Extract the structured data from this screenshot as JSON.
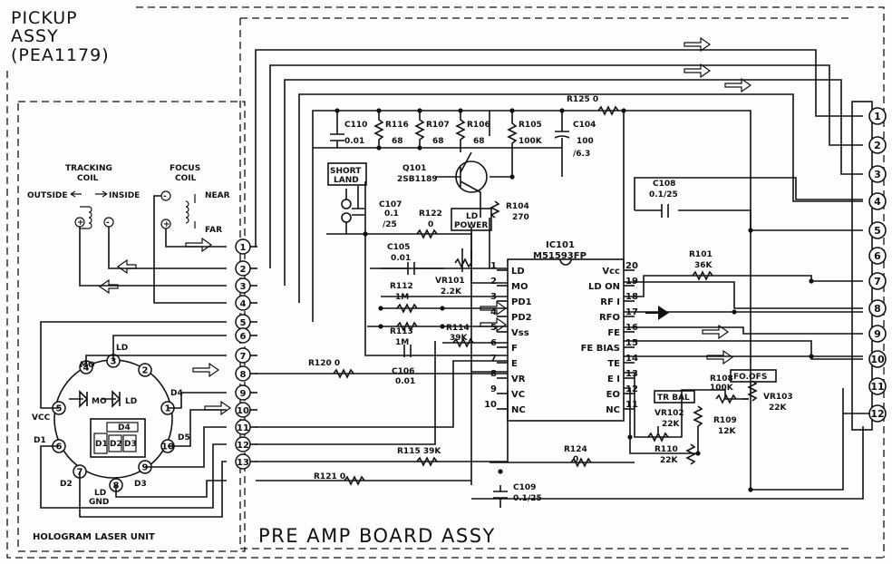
{
  "titles": {
    "pickup": [
      "PICKUP",
      "ASSY",
      "(PEA1179)"
    ],
    "hologram": "HOLOGRAM LASER UNIT",
    "preamp": "PRE AMP BOARD ASSY"
  },
  "coils": {
    "tracking": [
      "TRACKING",
      "COIL"
    ],
    "focus": [
      "FOCUS",
      "COIL"
    ],
    "outside": "OUTSIDE",
    "inside": "INSIDE",
    "near": "NEAR",
    "far": "FAR"
  },
  "laser_unit": {
    "pins": [
      "1",
      "2",
      "3",
      "4",
      "5",
      "6",
      "7",
      "8",
      "9",
      "10"
    ],
    "labels": {
      "vcc": "VCC",
      "mo": "MO",
      "ld": "LD",
      "d1": "D1",
      "d2": "D2",
      "d3": "D3",
      "d4": "D4",
      "d5": "D5",
      "ldgnd1": "LD",
      "ldgnd2": "GND",
      "diode_mo": "MO",
      "diode_ld": "LD",
      "chip_d4": "D4",
      "chip_d1": "D1",
      "chip_d2": "D2",
      "chip_d3": "D3"
    }
  },
  "internal_connector": [
    "1",
    "2",
    "3",
    "4",
    "5",
    "6",
    "7",
    "8",
    "9",
    "10",
    "11",
    "12",
    "13"
  ],
  "output_connector": [
    "1",
    "2",
    "3",
    "4",
    "5",
    "6",
    "7",
    "8",
    "9",
    "10",
    "11",
    "12"
  ],
  "components": {
    "c110": [
      "C110",
      "0.01"
    ],
    "r116": [
      "R116",
      "68"
    ],
    "r107": [
      "R107",
      "68"
    ],
    "r106": [
      "R106",
      "68"
    ],
    "r105": [
      "R105",
      "100K"
    ],
    "c104": [
      "C104",
      "100",
      "/6.3"
    ],
    "r125": "R125  0",
    "q101": [
      "Q101",
      "2SB1189"
    ],
    "short_land": [
      "SHORT",
      "LAND"
    ],
    "c107": [
      "C107",
      "0.1",
      "/25"
    ],
    "r122": [
      "R122",
      "0"
    ],
    "ld_power": [
      "LD",
      "POWER"
    ],
    "r104": [
      "R104",
      "270"
    ],
    "c108": [
      "C108",
      "0.1/25"
    ],
    "c105": [
      "C105",
      "0.01"
    ],
    "vr101": [
      "VR101",
      "2.2K"
    ],
    "r112": [
      "R112",
      "1M"
    ],
    "r113": [
      "R113",
      "1M"
    ],
    "r114": [
      "R114",
      "39K"
    ],
    "c106": [
      "C106",
      "0.01"
    ],
    "r120": "R120  0",
    "r101": [
      "R101",
      "36K"
    ],
    "r108": [
      "R108",
      "100K"
    ],
    "fo_ofs": "FO.OFS",
    "vr103": [
      "VR103",
      "22K"
    ],
    "tr_bal": "TR BAL",
    "vr102": [
      "VR102",
      "22K"
    ],
    "r109": [
      "R109",
      "12K"
    ],
    "r110": [
      "R110",
      "22K"
    ],
    "r115": "R115  39K",
    "r124": [
      "R124",
      "0"
    ],
    "r121": "R121  0",
    "c109": [
      "C109",
      "0.1/25"
    ]
  },
  "ic": {
    "ref": "IC101",
    "part": "M51593FP",
    "left_pins": [
      {
        "num": "1",
        "name": "LD"
      },
      {
        "num": "2",
        "name": "MO"
      },
      {
        "num": "3",
        "name": "PD1"
      },
      {
        "num": "4",
        "name": "PD2"
      },
      {
        "num": "5",
        "name": "Vss"
      },
      {
        "num": "6",
        "name": "F"
      },
      {
        "num": "7",
        "name": "E"
      },
      {
        "num": "8",
        "name": "VR"
      },
      {
        "num": "9",
        "name": "VC"
      },
      {
        "num": "10",
        "name": "NC"
      }
    ],
    "right_pins": [
      {
        "num": "20",
        "name": "Vcc"
      },
      {
        "num": "19",
        "name": "LD ON"
      },
      {
        "num": "18",
        "name": "RF I"
      },
      {
        "num": "17",
        "name": "RFO"
      },
      {
        "num": "16",
        "name": "FE"
      },
      {
        "num": "15",
        "name": "FE BIAS"
      },
      {
        "num": "14",
        "name": "TE"
      },
      {
        "num": "13",
        "name": "E I"
      },
      {
        "num": "12",
        "name": "EO"
      },
      {
        "num": "11",
        "name": "NC"
      }
    ]
  }
}
